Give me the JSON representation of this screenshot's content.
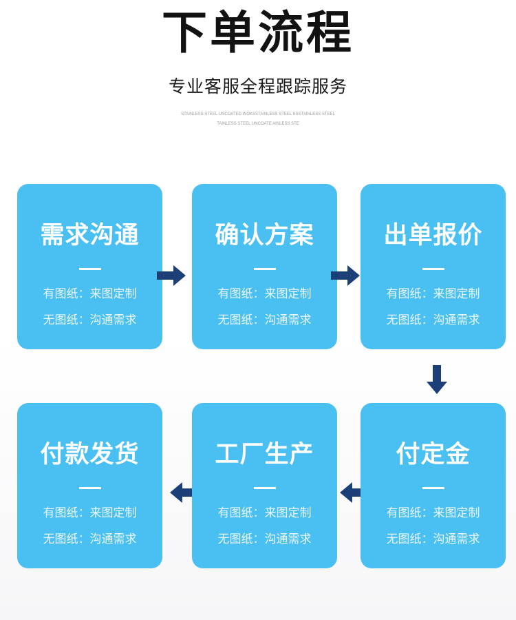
{
  "header": {
    "title": "下单流程",
    "subtitle": "专业客服全程跟踪服务",
    "fine_line1": "STAINLESS STEEL UNCOATED WOKSSTAINLESS STEEL KSSTAINLESS STEEL",
    "fine_line2": "TAINLESS STEEL UNCOATE AINLESS STE"
  },
  "steps": [
    {
      "title": "需求沟通",
      "line1": "有图纸：来图定制",
      "line2": "无图纸：沟通需求"
    },
    {
      "title": "确认方案",
      "line1": "有图纸：来图定制",
      "line2": "无图纸：沟通需求"
    },
    {
      "title": "出单报价",
      "line1": "有图纸：来图定制",
      "line2": "无图纸：沟通需求"
    },
    {
      "title": "付定金",
      "line1": "有图纸：来图定制",
      "line2": "无图纸：沟通需求"
    },
    {
      "title": "工厂生产",
      "line1": "有图纸：来图定制",
      "line2": "无图纸：沟通需求"
    },
    {
      "title": "付款发货",
      "line1": "有图纸：来图定制",
      "line2": "无图纸：沟通需求"
    }
  ],
  "colors": {
    "card": "#49bff2",
    "arrow": "#1b3f76",
    "title": "#121212"
  },
  "icons": [
    "arrow-right-icon",
    "arrow-down-icon",
    "arrow-left-icon"
  ]
}
